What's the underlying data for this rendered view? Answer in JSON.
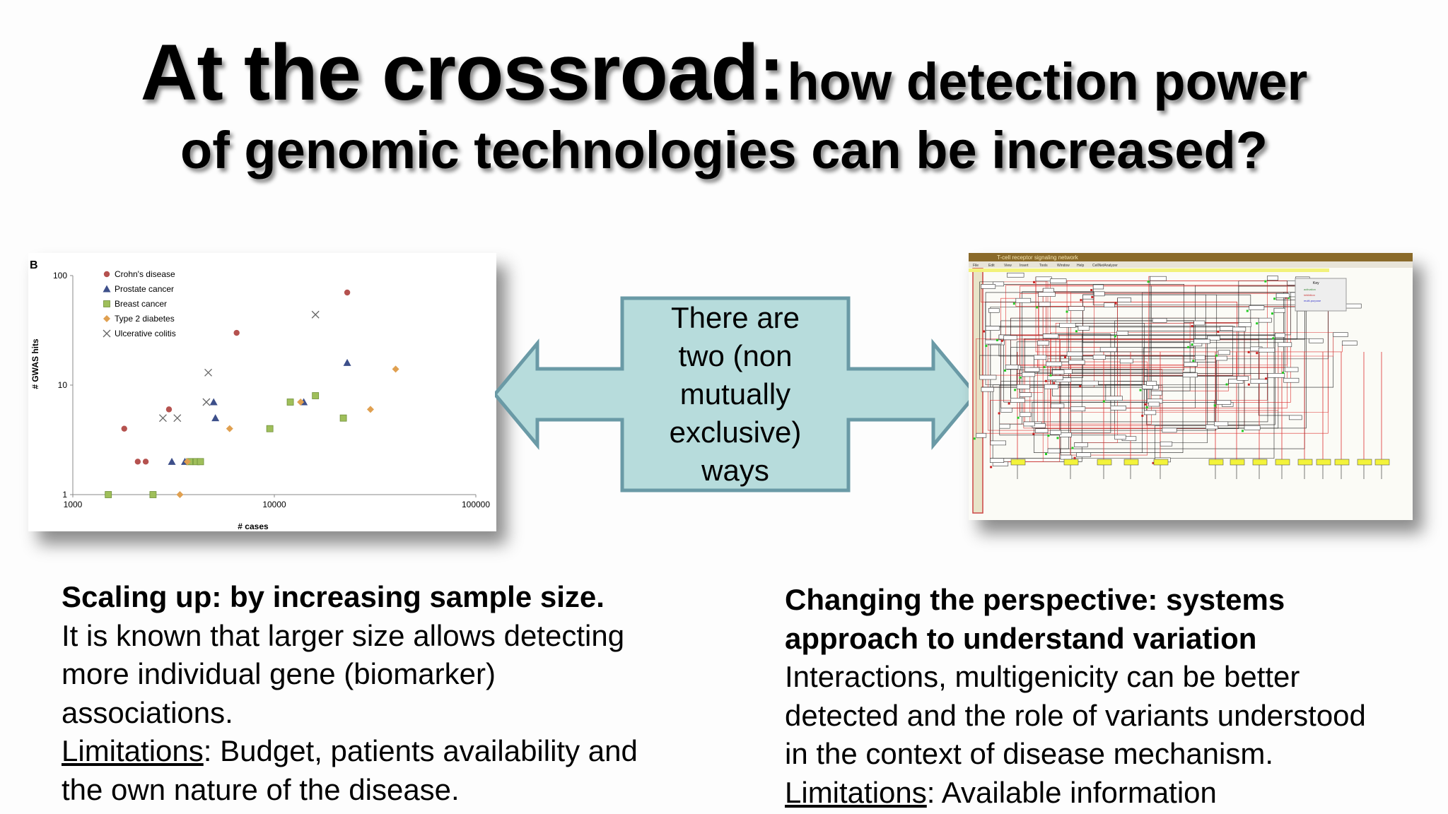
{
  "title": {
    "main": "At the crossroad:",
    "rest": "how detection power",
    "line2": "of genomic technologies can be increased?"
  },
  "arrow_text": [
    "There are",
    "two (non",
    "mutually",
    "exclusive)",
    "ways"
  ],
  "left": {
    "heading": "Scaling up: by increasing sample size.",
    "body": [
      "It is known that larger size allows detecting",
      "more individual gene (biomarker)",
      "associations."
    ],
    "limit_label": "Limitations",
    "limit_text": ": Budget, patients availability and",
    "limit_text2": "the own nature of the disease."
  },
  "right": {
    "heading1": "Changing the  perspective: systems",
    "heading2": "approach to understand variation",
    "body": [
      "Interactions, multigenicity can be better",
      "detected and the role of variants understood",
      "in the context of disease mechanism."
    ],
    "limit_label": "Limitations",
    "limit_text": ": Available information"
  },
  "chart_data": {
    "type": "scatter",
    "panel_label": "B",
    "xlabel": "# cases",
    "ylabel": "# GWAS hits",
    "xscale": "log",
    "yscale": "log",
    "xlim": [
      1000,
      100000
    ],
    "ylim": [
      1,
      100
    ],
    "xticks": [
      "1000",
      "10000",
      "100000"
    ],
    "yticks": [
      "1",
      "10",
      "100"
    ],
    "legend_position": "top-left",
    "series": [
      {
        "name": "Crohn's disease",
        "marker": "circle",
        "color": "#b5524f",
        "points": [
          [
            1800,
            4
          ],
          [
            2100,
            2
          ],
          [
            2300,
            2
          ],
          [
            3000,
            6
          ],
          [
            6500,
            30
          ],
          [
            23000,
            70
          ]
        ]
      },
      {
        "name": "Prostate cancer",
        "marker": "triangle",
        "color": "#3d4f8a",
        "points": [
          [
            3100,
            2
          ],
          [
            3600,
            2
          ],
          [
            5000,
            7
          ],
          [
            5100,
            5
          ],
          [
            14000,
            7
          ],
          [
            23000,
            16
          ]
        ]
      },
      {
        "name": "Breast cancer",
        "marker": "square",
        "color": "#9fbf5a",
        "points": [
          [
            1500,
            1
          ],
          [
            2500,
            1
          ],
          [
            3800,
            2
          ],
          [
            4100,
            2
          ],
          [
            4300,
            2
          ],
          [
            9500,
            4
          ],
          [
            12000,
            7
          ],
          [
            16000,
            8
          ],
          [
            22000,
            5
          ]
        ]
      },
      {
        "name": "Type 2 diabetes",
        "marker": "diamond",
        "color": "#e0a050",
        "points": [
          [
            3400,
            1
          ],
          [
            3700,
            2
          ],
          [
            6000,
            4
          ],
          [
            13500,
            7
          ],
          [
            30000,
            6
          ],
          [
            40000,
            14
          ]
        ]
      },
      {
        "name": "Ulcerative colitis",
        "marker": "x",
        "color": "#666666",
        "points": [
          [
            2800,
            5
          ],
          [
            3300,
            5
          ],
          [
            4600,
            7
          ],
          [
            4700,
            13
          ],
          [
            16000,
            44
          ]
        ]
      }
    ]
  },
  "pathway_labels": {
    "window_title": "T-cell receptor signaling network",
    "menu": [
      "File",
      "Edit",
      "View",
      "Insert",
      "Tools",
      "Window",
      "Help",
      "CellNetAnalyzer"
    ],
    "legend": [
      "Key",
      "activation",
      "inhibition",
      "multi-purpose"
    ]
  }
}
